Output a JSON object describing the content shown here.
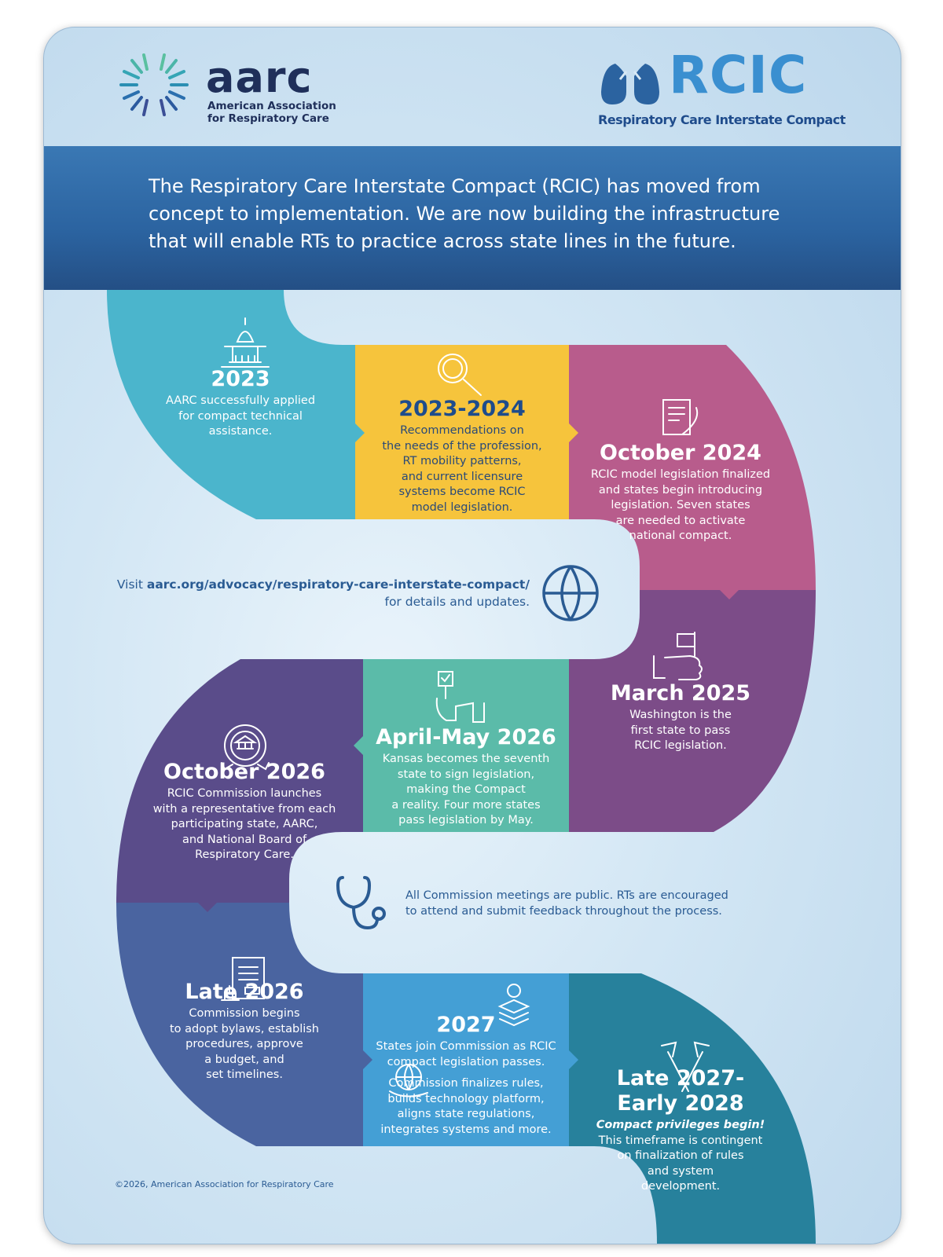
{
  "header": {
    "aarc_logo": {
      "wordmark": "aarc",
      "line1": "American Association",
      "line2": "for Respiratory Care"
    },
    "rcic_logo": {
      "wordmark": "RCIC",
      "tagline": "Respiratory Care Interstate Compact"
    }
  },
  "intro": {
    "line1": "The Respiratory Care Interstate Compact (RCIC) has moved from",
    "line2": "concept to implementation. We are now building the infrastructure",
    "line3": "that will enable RTs to practice across state lines in the future."
  },
  "timeline": [
    {
      "year": "2023",
      "text": [
        "AARC successfully applied",
        "for compact technical",
        "assistance."
      ],
      "icon": "capitol-icon"
    },
    {
      "year": "2023-2024",
      "text": [
        "Recommendations on",
        "the needs of the profession,",
        "RT mobility patterns,",
        "and current licensure",
        "systems become RCIC",
        "model legislation."
      ],
      "icon": "magnifier-icon"
    },
    {
      "year": "October 2024",
      "text": [
        "RCIC model legislation finalized",
        "and states begin introducing",
        "legislation. Seven states",
        "are needed to activate",
        "national compact."
      ],
      "icon": "document-pen-icon"
    },
    {
      "year": "March 2025",
      "text": [
        "Washington is the",
        "first state to pass",
        "RCIC legislation."
      ],
      "icon": "hand-flag-icon"
    },
    {
      "year": "April-May 2026",
      "text": [
        "Kansas becomes the seventh",
        "state to sign legislation,",
        "making the Compact",
        "a reality. Four more states",
        "pass legislation by May."
      ],
      "icon": "hand-sign-icon"
    },
    {
      "year": "October 2026",
      "text": [
        "RCIC Commission launches",
        "with a representative from each",
        "participating state, AARC,",
        "and National Board of",
        "Respiratory Care."
      ],
      "icon": "building-cycle-icon"
    },
    {
      "year": "Late 2026",
      "text": [
        "Commission begins",
        "to adopt bylaws, establish",
        "procedures, approve",
        "a budget, and",
        "set timelines."
      ],
      "icon": "document-stamp-icon"
    },
    {
      "year": "2027",
      "text": [
        "States join Commission as RCIC",
        "compact legislation passes."
      ],
      "text2": [
        "Commission finalizes rules,",
        "builds technology platform,",
        "aligns state regulations,",
        "integrates systems and more."
      ],
      "icon": "globe-hand-icon"
    },
    {
      "year_line1": "Late 2027-",
      "year_line2": "Early 2028",
      "emph": "Compact privileges begin!",
      "text": [
        "This timeframe is contingent",
        "on finalization of rules",
        "and system",
        "development."
      ],
      "icon": "crossed-flags-icon"
    }
  ],
  "visit": {
    "prefix": "Visit ",
    "link": "aarc.org/advocacy/respiratory-care-interstate-compact/",
    "suffix": "for details and updates."
  },
  "meetings": {
    "line1": "All Commission meetings are public. RTs are encouraged",
    "line2": "to attend and submit feedback throughout the process."
  },
  "footer": "©2026, American Association for Respiratory Care",
  "colors": {
    "teal": "#4bb5cc",
    "yellow": "#f6c43c",
    "pink": "#b85c8c",
    "purple": "#7c4c88",
    "green": "#5bbba9",
    "indigo": "#5a4c8a",
    "slate": "#4a64a0",
    "sky": "#449fd5",
    "deep_teal": "#27819c",
    "banner": "#2b63a0"
  }
}
